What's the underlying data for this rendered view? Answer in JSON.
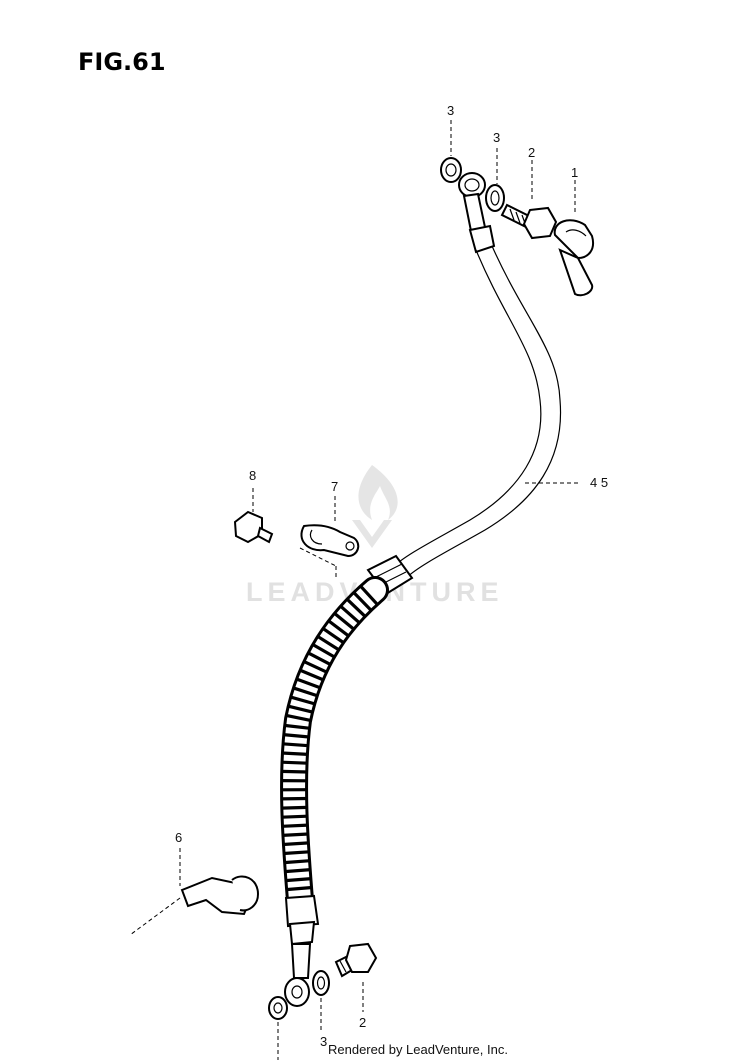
{
  "figure": {
    "title": "FIG.61"
  },
  "watermark": {
    "text": "LEADVENTURE",
    "logo_icon": "leadventure-flame-logo"
  },
  "callouts": {
    "c1": "1",
    "c2_top": "2",
    "c3_top_left": "3",
    "c3_top_right": "3",
    "c45": "4 5",
    "c6": "6",
    "c7": "7",
    "c8": "8",
    "c2_bottom": "2",
    "c3_bottom": "3"
  },
  "footer": {
    "credit": "Rendered by LeadVenture, Inc."
  }
}
